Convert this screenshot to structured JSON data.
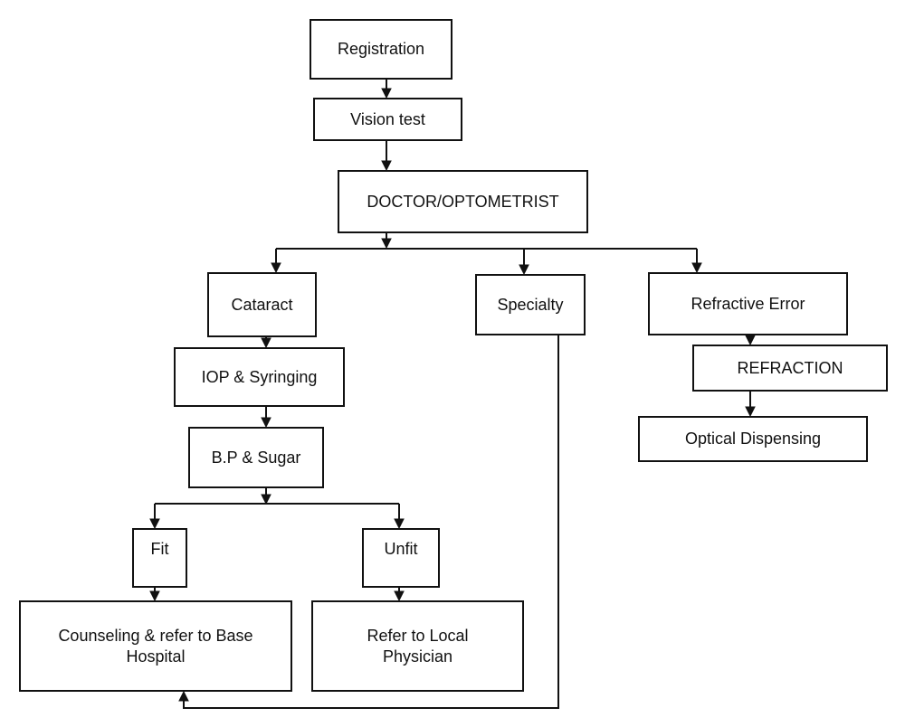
{
  "diagram": {
    "nodes": {
      "registration": "Registration",
      "vision_test": "Vision test",
      "doctor": "DOCTOR/OPTOMETRIST",
      "cataract": "Cataract",
      "specialty": "Specialty",
      "refractive_error": "Refractive Error",
      "iop_syringing": "IOP & Syringing",
      "refraction": "REFRACTION",
      "optical_dispensing": "Optical Dispensing",
      "bp_sugar": "B.P & Sugar",
      "fit": "Fit",
      "unfit": "Unfit",
      "counseling": "Counseling & refer to Base\nHospital",
      "refer_local": "Refer to Local\nPhysician"
    }
  }
}
